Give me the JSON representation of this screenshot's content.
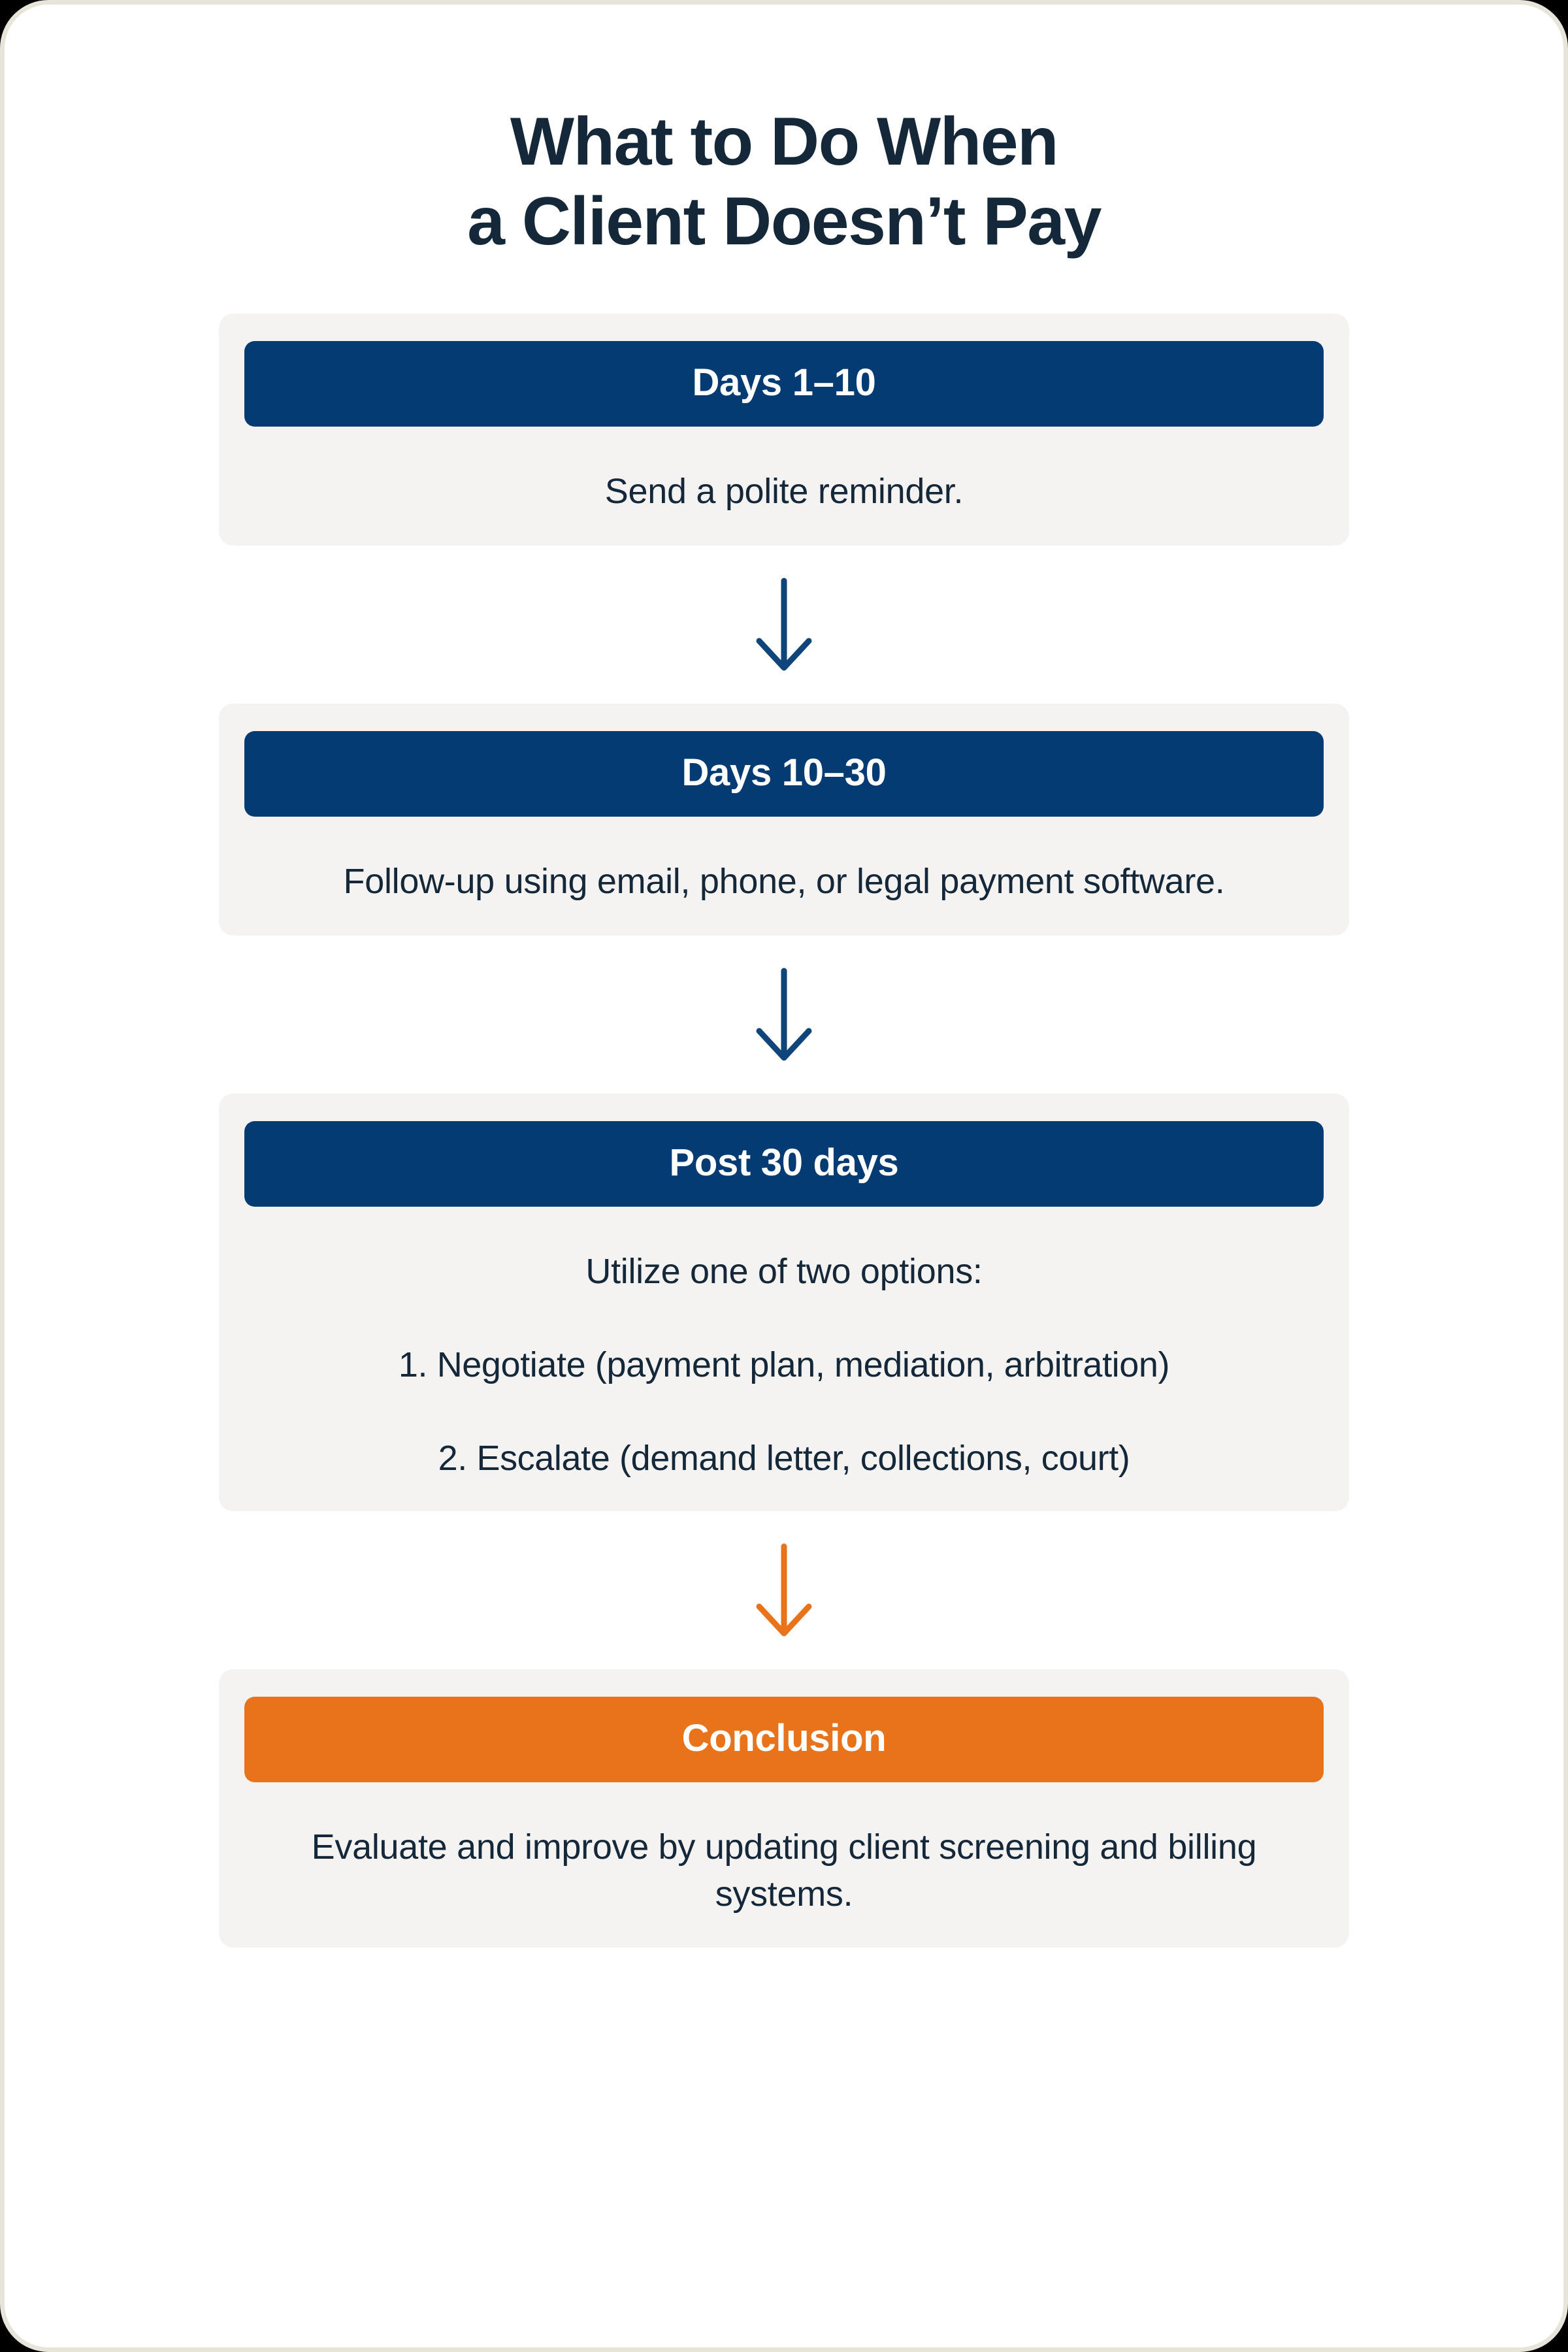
{
  "page": {
    "title_line_1": "What to Do When",
    "title_line_2": "a Client Doesn’t Pay",
    "title_color": "#15283a",
    "card_background": "#f4f3f1",
    "page_background": "#ffffff",
    "frame_border_color": "#e7e4da"
  },
  "colors": {
    "navy": "#043b73",
    "orange": "#e8731a",
    "text_dark": "#14283a",
    "text_on_header": "#ffffff"
  },
  "steps": [
    {
      "id": "days-1-10",
      "header_label": "Days 1–10",
      "header_color": "#043b73",
      "body": "Send a polite reminder.",
      "options": []
    },
    {
      "id": "days-10-30",
      "header_label": "Days 10–30",
      "header_color": "#043b73",
      "body": "Follow-up using email, phone, or legal payment software.",
      "options": []
    },
    {
      "id": "post-30-days",
      "header_label": "Post 30 days",
      "header_color": "#043b73",
      "body": "Utilize one of two options:",
      "options": [
        "1. Negotiate (payment plan, mediation, arbitration)",
        "2. Escalate (demand letter, collections, court)"
      ]
    },
    {
      "id": "conclusion",
      "header_label": "Conclusion",
      "header_color": "#e8731a",
      "body": "Evaluate and improve by updating client screening and billing systems.",
      "options": []
    }
  ],
  "connectors": [
    {
      "id": "arrow-1",
      "direction": "down",
      "color": "#10457c"
    },
    {
      "id": "arrow-2",
      "direction": "down",
      "color": "#10457c"
    },
    {
      "id": "arrow-3",
      "direction": "down",
      "color": "#e8731a"
    }
  ]
}
